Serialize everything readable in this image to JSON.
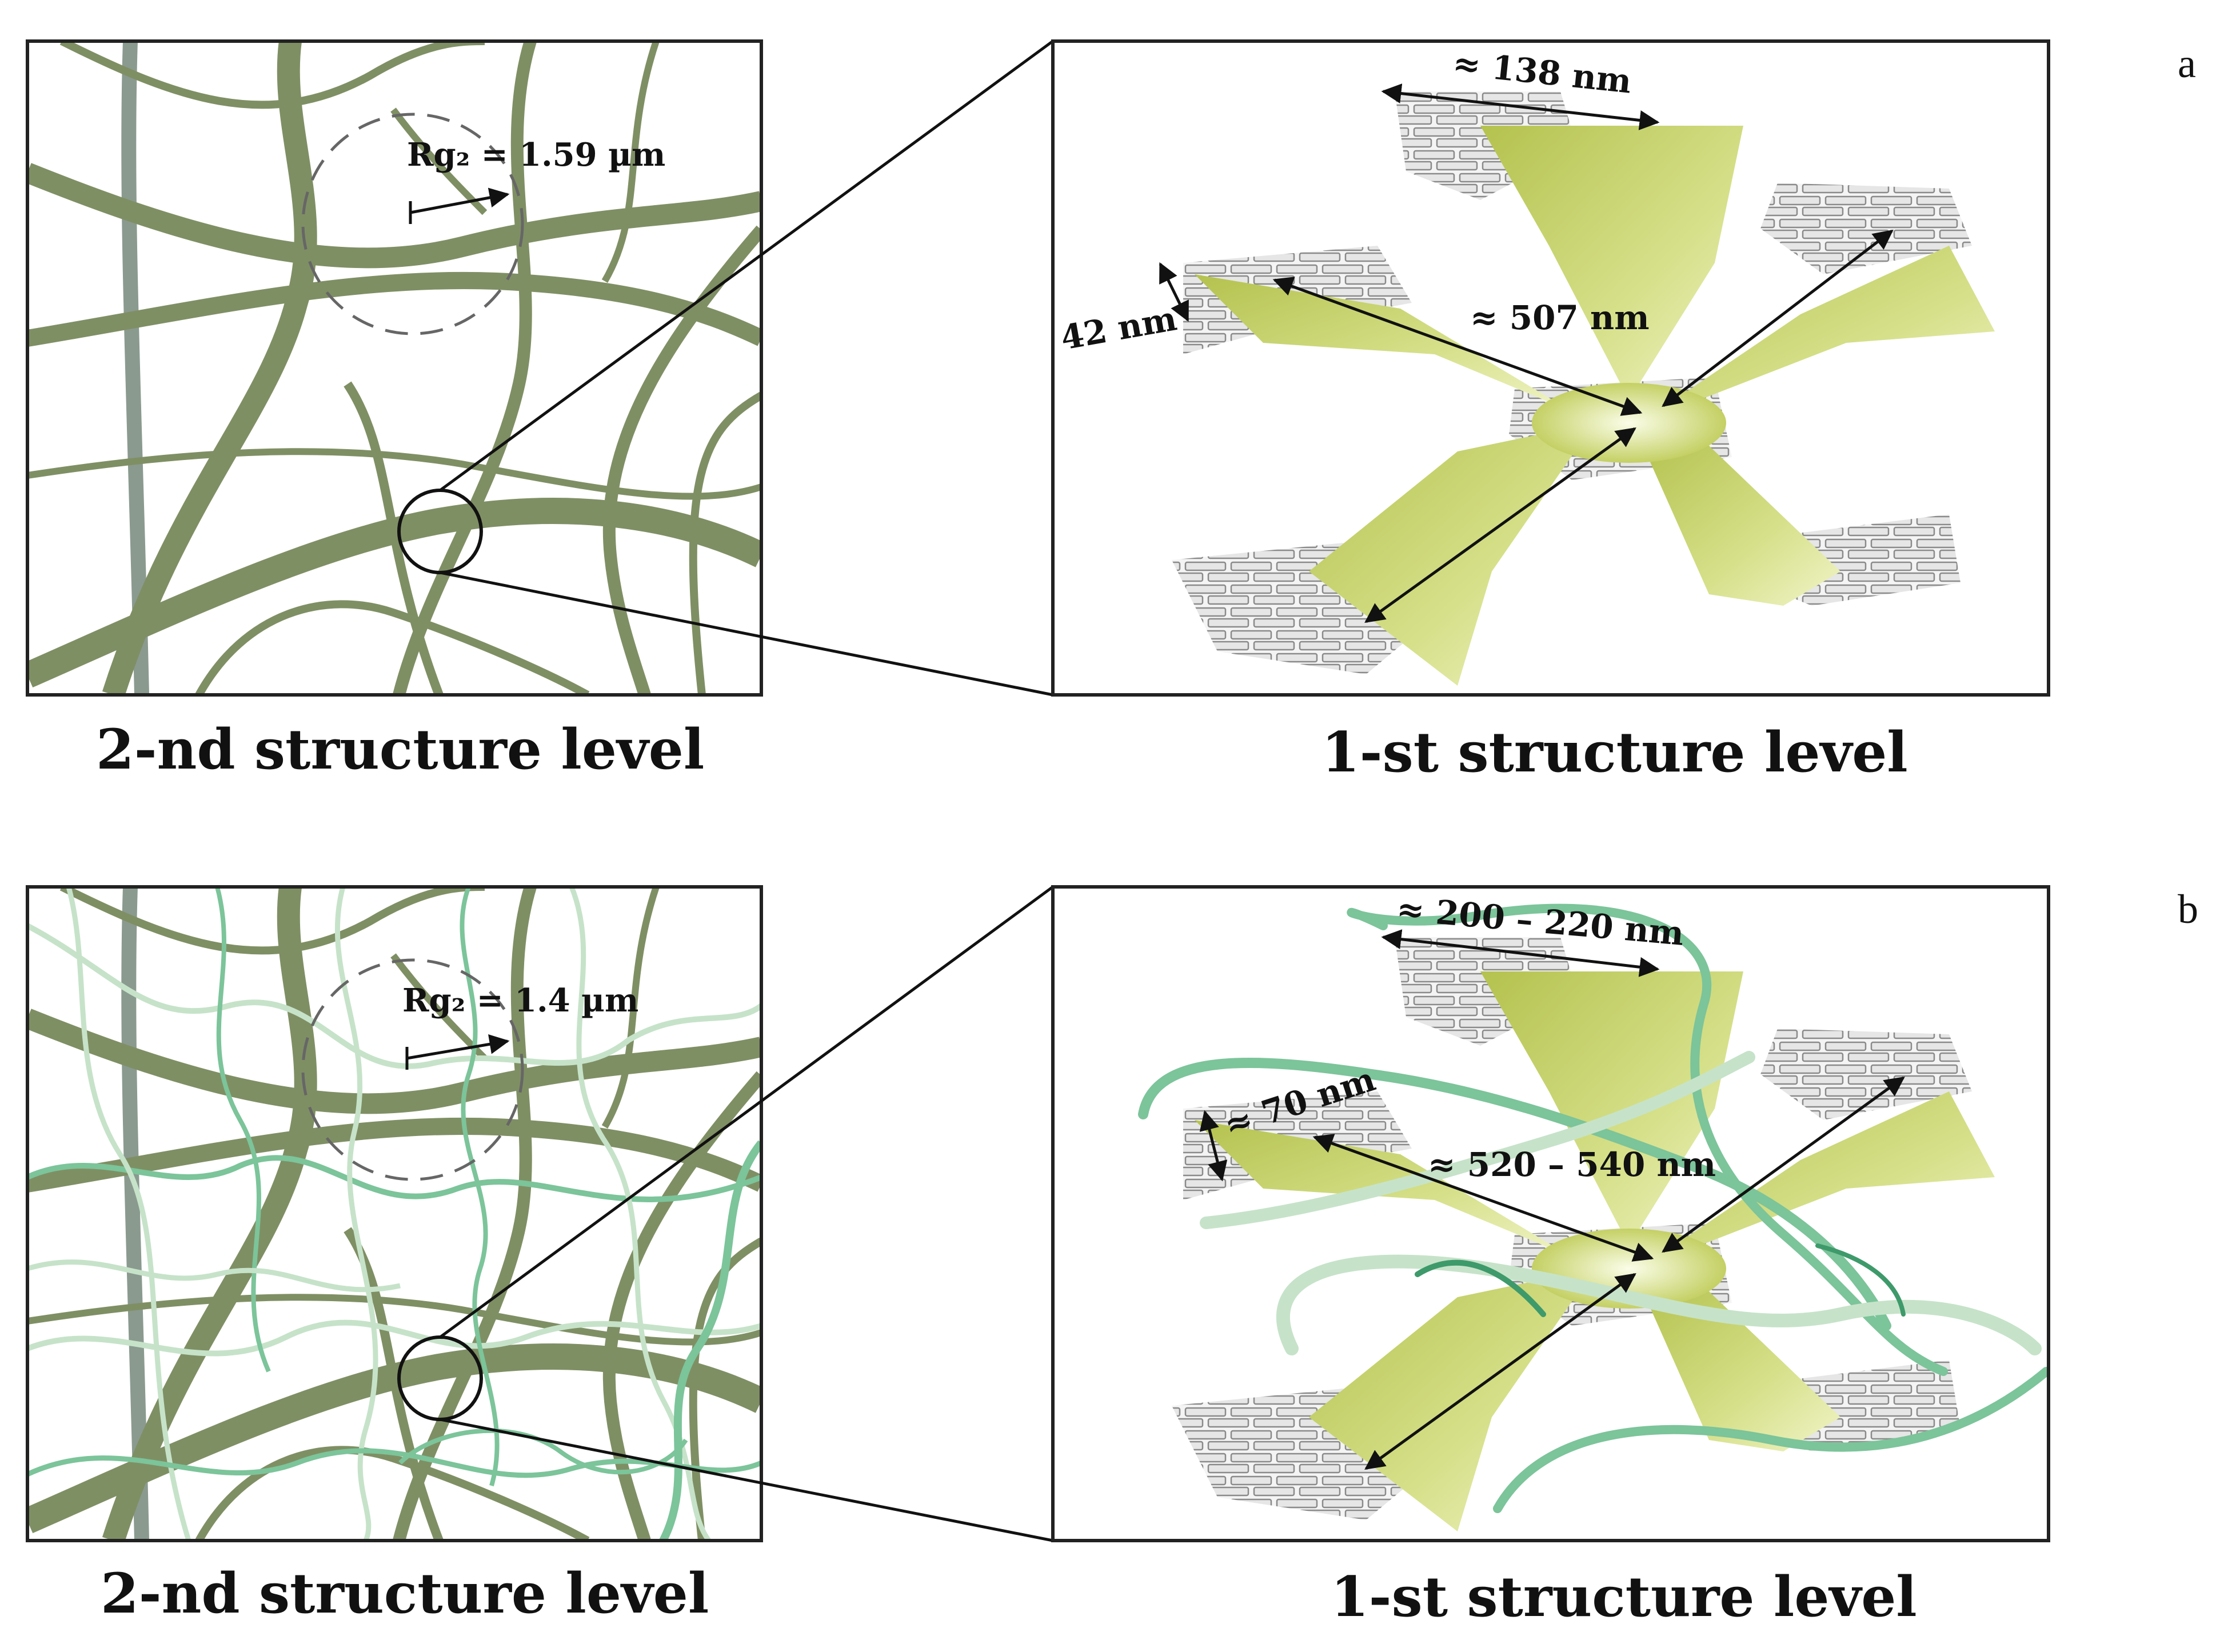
{
  "panels": [
    {
      "letter": "a",
      "left_caption": "2-nd structure level",
      "right_caption": "1-st structure level",
      "rg_label": "Rg₂ = 1.59 µm",
      "dim_top": "≈ 138 nm",
      "dim_side": "42 nm",
      "dim_diag": "≈ 507 nm"
    },
    {
      "letter": "b",
      "left_caption": "2-nd structure level",
      "right_caption": "1-st structure level",
      "rg_label": "Rg₂ = 1.4 µm",
      "dim_top": "≈ 200 – 220 nm",
      "dim_side": "≈ 70 nm",
      "dim_diag": "≈ 520 – 540 nm"
    }
  ],
  "colors": {
    "fiber": "#7f8f64",
    "fiber_grey": "#8a9a8f",
    "chain_light": "#c6e3c9",
    "chain_mid": "#7cc49a",
    "chain_dark": "#3e9a6a",
    "lamella": "#c9d66e",
    "brick_bg": "#f2f2f2"
  }
}
